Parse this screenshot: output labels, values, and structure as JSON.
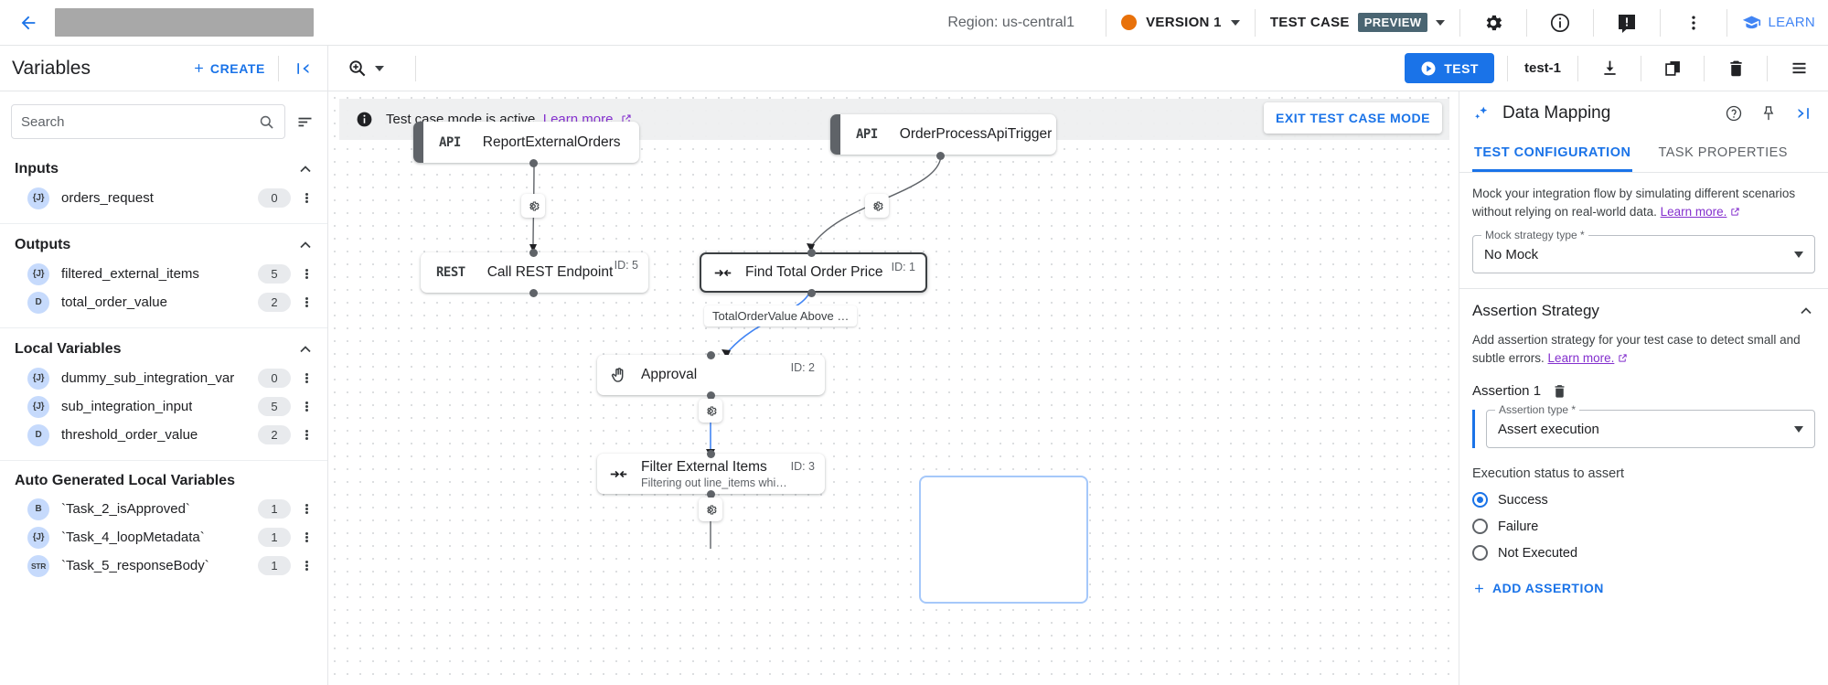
{
  "topbar": {
    "back_icon": "arrow-back-icon",
    "title_redacted": "",
    "region": "Region: us-central1",
    "version_label": "VERSION 1",
    "testcase_label": "TEST CASE",
    "preview_badge": "PREVIEW",
    "icons": [
      "gear-icon",
      "info-icon",
      "feedback-icon",
      "more-vert-icon"
    ],
    "learn_label": "LEARN"
  },
  "subbar": {
    "variables_title": "Variables",
    "create_label": "CREATE",
    "collapse_icon": "collapse-left-icon",
    "zoom_icon": "zoom-in-icon",
    "test_label": "TEST",
    "test_name": "test-1",
    "download_icon": "download-icon",
    "copy_icon": "copy-icon",
    "delete_icon": "trash-icon",
    "list_icon": "list-icon"
  },
  "sidebar": {
    "search_placeholder": "Search",
    "search_value": "",
    "sort_icon": "sort-icon",
    "sections": [
      {
        "title": "Inputs",
        "collapsed": false,
        "rows": [
          {
            "type": "{J}",
            "name": "orders_request",
            "count": "0"
          }
        ]
      },
      {
        "title": "Outputs",
        "collapsed": false,
        "rows": [
          {
            "type": "{J}",
            "name": "filtered_external_items",
            "count": "5"
          },
          {
            "type": "D",
            "name": "total_order_value",
            "count": "2"
          }
        ]
      },
      {
        "title": "Local Variables",
        "collapsed": false,
        "rows": [
          {
            "type": "{J}",
            "name": "dummy_sub_integration_var",
            "count": "0"
          },
          {
            "type": "{J}",
            "name": "sub_integration_input",
            "count": "5"
          },
          {
            "type": "D",
            "name": "threshold_order_value",
            "count": "2"
          }
        ]
      },
      {
        "title": "Auto Generated Local Variables",
        "collapsed": false,
        "rows": [
          {
            "type": "B",
            "name": "`Task_2_isApproved`",
            "count": "1"
          },
          {
            "type": "{J}",
            "name": "`Task_4_loopMetadata`",
            "count": "1"
          },
          {
            "type": "STR",
            "name": "`Task_5_responseBody`",
            "count": "1"
          }
        ]
      }
    ]
  },
  "canvas": {
    "banner_text": "Test case mode is active.",
    "banner_link": "Learn more.",
    "exit_button": "EXIT TEST CASE MODE",
    "nodes": [
      {
        "type": "API",
        "label": "ReportExternalOrders",
        "sub": "",
        "id": ""
      },
      {
        "type": "API",
        "label": "OrderProcessApiTrigger",
        "sub": "",
        "id": ""
      },
      {
        "type": "REST",
        "label": "Call REST Endpoint",
        "sub": "",
        "id": "ID: 5"
      },
      {
        "type": "",
        "label": "Find Total Order Price",
        "sub": "",
        "id": "ID: 1",
        "icon": "mapping-icon"
      },
      {
        "type": "",
        "label": "Approval",
        "sub": "",
        "id": "ID: 2",
        "icon": "hand-icon"
      },
      {
        "type": "",
        "label": "Filter External Items",
        "sub": "Filtering out line_items whi…",
        "id": "ID: 3",
        "icon": "mapping-icon"
      }
    ],
    "edge_label": "TotalOrderValue Above …"
  },
  "rightpanel": {
    "title": "Data Mapping",
    "header_icons": [
      "help-icon",
      "pin-icon",
      "collapse-right-icon"
    ],
    "tabs": [
      {
        "label": "TEST CONFIGURATION",
        "active": true
      },
      {
        "label": "TASK PROPERTIES",
        "active": false
      }
    ],
    "mock_desc": "Mock your integration flow by simulating different scenarios without relying on real-world data.",
    "mock_desc_link": "Learn more.",
    "mock_field_legend": "Mock strategy type *",
    "mock_field_value": "No Mock",
    "assertion_section_title": "Assertion Strategy",
    "assertion_desc": "Add assertion strategy for your test case to detect small and subtle errors.",
    "assertion_desc_link": "Learn more.",
    "assertion_item_label": "Assertion 1",
    "assertion_delete_icon": "trash-icon",
    "assertion_type_legend": "Assertion type *",
    "assertion_type_value": "Assert execution",
    "status_title": "Execution status to assert",
    "status_options": [
      {
        "label": "Success",
        "selected": true
      },
      {
        "label": "Failure",
        "selected": false
      },
      {
        "label": "Not Executed",
        "selected": false
      }
    ],
    "add_assertion_label": "ADD ASSERTION"
  },
  "colors": {
    "accent": "#1a73e8",
    "version_dot": "#e8710a",
    "preview_badge": "#4a6572",
    "link_visited": "#8430ce"
  }
}
